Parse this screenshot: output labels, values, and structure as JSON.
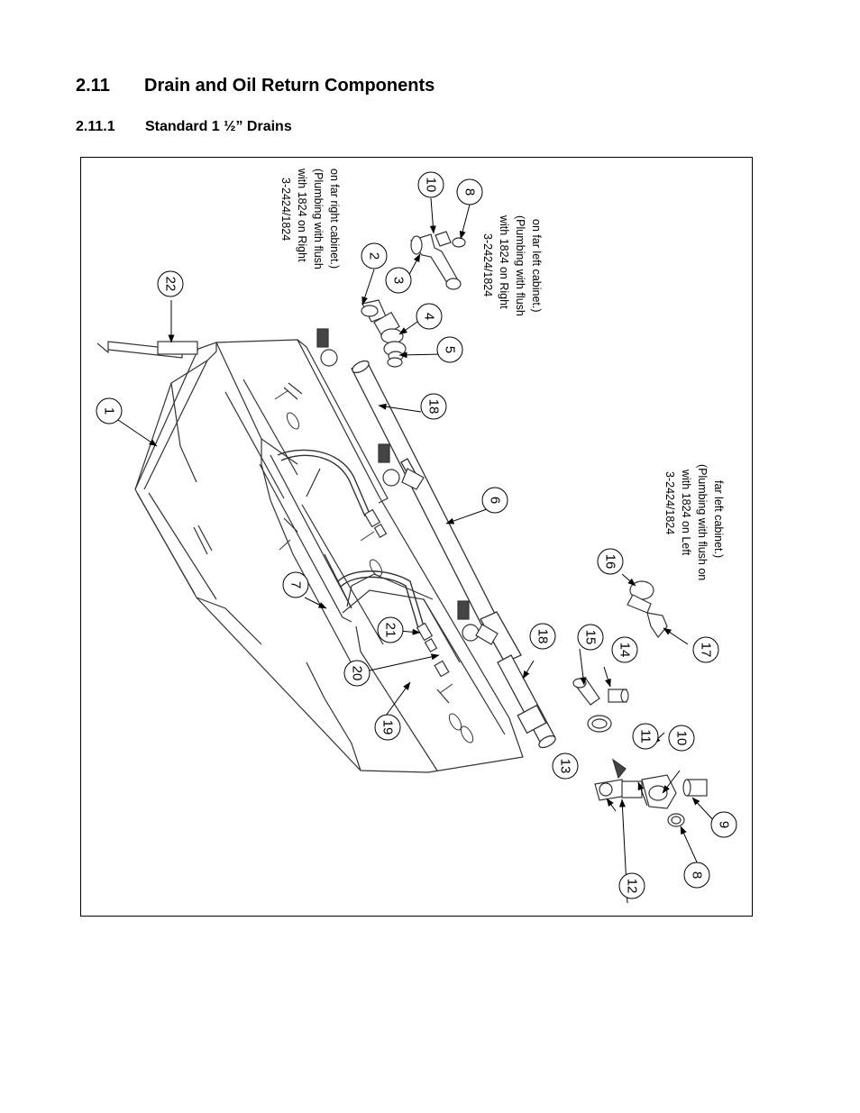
{
  "section": {
    "number": "2.11",
    "title": "Drain and Oil Return Components"
  },
  "subsection": {
    "number": "2.11.1",
    "title": "Standard 1 ½” Drains"
  },
  "figure": {
    "callouts": [
      "1",
      "2",
      "3",
      "4",
      "5",
      "6",
      "7",
      "8",
      "8",
      "9",
      "10",
      "10",
      "11",
      "12",
      "13",
      "14",
      "15",
      "16",
      "17",
      "18",
      "18",
      "19",
      "20",
      "21",
      "22"
    ],
    "notes": [
      {
        "lines": [
          "3-2424/1824",
          "with 1824 on Right",
          "(Plumbing with flush",
          "on far right cabinet.)"
        ]
      },
      {
        "lines": [
          "3-2424/1824",
          "with 1824 on Right",
          "(Plumbing with flush",
          "on far left cabinet.)"
        ]
      },
      {
        "lines": [
          "3-2424/1824",
          "with 1824 on Left",
          "(Plumbing with flush on",
          "far left cabinet.)"
        ]
      }
    ]
  }
}
